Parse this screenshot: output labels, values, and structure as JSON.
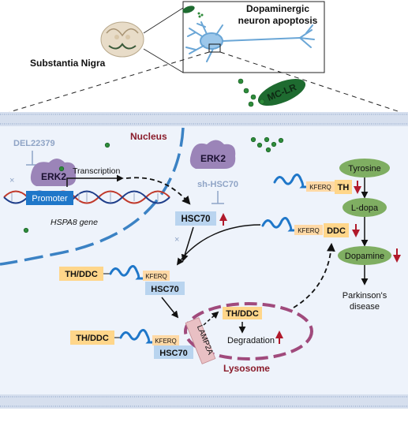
{
  "header": {
    "region_label": "Substantia Nigra",
    "inset_title_line1": "Dopaminergic",
    "inset_title_line2": "neuron apoptosis",
    "toxin_label": "MC-LR"
  },
  "nucleus": {
    "label": "Nucleus",
    "inhibitor_label": "DEL22379",
    "kinase_label": "ERK2",
    "promoter_label": "Promoter",
    "transcription_label": "Transcription",
    "gene_label": "HSPA8 gene"
  },
  "cytoplasm": {
    "kinase_label": "ERK2",
    "shrna_label": "sh-HSC70",
    "chaperone_label": "HSC70",
    "motif_label": "KFERQ",
    "complex1": {
      "substrate": "TH/DDC",
      "motif": "KFERQ",
      "chaperone": "HSC70"
    },
    "complex2": {
      "substrate": "TH/DDC",
      "motif": "KFERQ",
      "chaperone": "HSC70"
    },
    "th_row": {
      "motif": "KFERQ",
      "enzyme": "TH"
    },
    "ddc_row": {
      "motif": "KFERQ",
      "enzyme": "DDC"
    }
  },
  "lysosome": {
    "label": "Lysosome",
    "receptor_label": "LAMP2A",
    "cargo_label": "TH/DDC",
    "process_label": "Degradation"
  },
  "pathway": {
    "steps": [
      "Tyrosine",
      "L-dopa",
      "Dopamine"
    ],
    "outcome_line1": "Parkinson's",
    "outcome_line2": "disease"
  },
  "colors": {
    "membrane": "#cfd9ea",
    "cytoplasm_fill": "#eef3fb",
    "nucleus_border": "#3b82c4",
    "nucleus_label": "#8a1c2b",
    "erk2": "#9b84b8",
    "promoter": "#1f77c9",
    "hsc70": "#b9d4ef",
    "kferq": "#ffd9a6",
    "enzyme": "#ffd68a",
    "pathway_node": "#7fae62",
    "lysosome": "#a04a7c",
    "up_arrow": "#b0192b",
    "dots": "#2e8b3a",
    "toxin": "#1e6b30",
    "muted_text": "#8fa4c6"
  }
}
